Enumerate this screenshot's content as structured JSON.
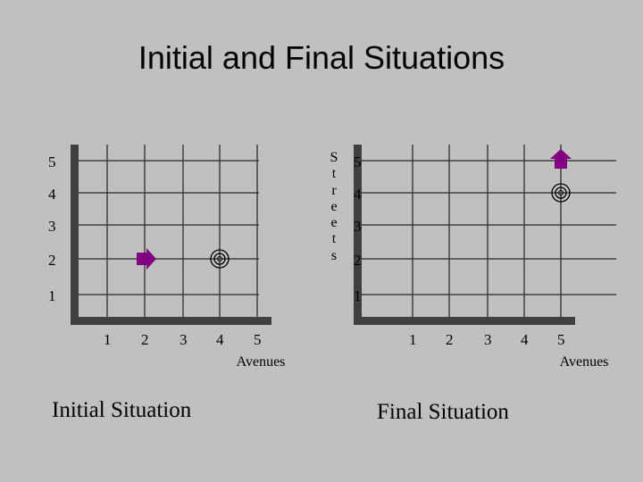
{
  "title": "Initial and Final Situations",
  "streets_label": "Streets",
  "avenues_label": "Avenues",
  "street_numbers": [
    "1",
    "2",
    "3",
    "4",
    "5"
  ],
  "avenue_numbers": [
    "1",
    "2",
    "3",
    "4",
    "5"
  ],
  "panels": [
    {
      "caption": "Initial Situation",
      "robot": {
        "avenue": 2,
        "street": 2,
        "facing": "east"
      },
      "beeper": {
        "avenue": 4,
        "street": 2
      }
    },
    {
      "caption": "Final Situation",
      "robot": {
        "avenue": 5,
        "street": 5,
        "facing": "north"
      },
      "beeper": {
        "avenue": 5,
        "street": 4
      }
    }
  ],
  "colors": {
    "background": "#c0c0c0",
    "robot": "#800080",
    "grid_line": "#404040",
    "wall": "#404040"
  }
}
